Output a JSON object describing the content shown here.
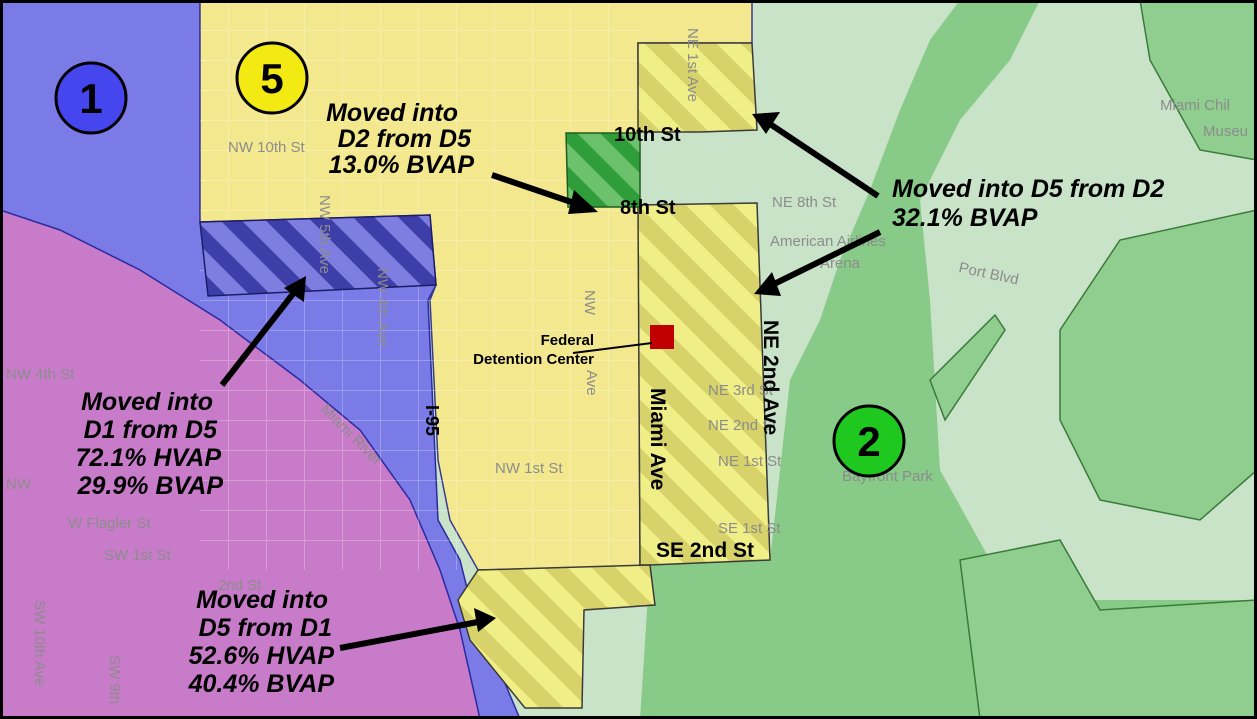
{
  "districts": [
    {
      "number": "1",
      "color": "#4b4bea"
    },
    {
      "number": "5",
      "color": "#f2e51c"
    },
    {
      "number": "2",
      "color": "#1fbf1f"
    }
  ],
  "streets": {
    "tenth": "10th St",
    "eighth": "8th St",
    "ne_second_ave": "NE 2nd Ave",
    "miami_ave": "Miami Ave",
    "se_second_st": "SE 2nd St",
    "i95": "I-95"
  },
  "basemap_labels": {
    "nw10": "NW 10th St",
    "nw5": "NW 5th Ave",
    "nw4ave": "NW 4th Ave",
    "nw4st": "NW 4th St",
    "nw_misc": "NW",
    "nw1": "NW 1st St",
    "w_flagler": "W Flagler St",
    "sw1": "SW 1st St",
    "sw2": "2nd St",
    "sw10ave": "SW 10th Ave",
    "sw9ave": "SW 9th",
    "miami_river": "Miami River",
    "ne1ave": "NE 1st Ave",
    "nw_ave": "NW",
    "ave_frag": "Ave",
    "ne8": "NE 8th St",
    "aa_line1": "American Airlines",
    "aa_line2": "Arena",
    "port": "Port Blvd",
    "ne3": "NE 3rd St",
    "ne2st": "NE 2nd St",
    "ne1st": "NE 1st St",
    "se1": "SE 1st St",
    "bayfront": "Bayfront Park",
    "child_line1": "Miami Chil",
    "child_line2": "Museu"
  },
  "poi": {
    "label_line1": "Federal",
    "label_line2": "Detention Center",
    "color": "#c00000"
  },
  "annotations": [
    {
      "lines": [
        "Moved into",
        "D2 from D5",
        "13.0% BVAP"
      ]
    },
    {
      "lines": [
        "Moved into D5 from D2",
        "32.1% BVAP"
      ]
    },
    {
      "lines": [
        "Moved into",
        "D1 from D5",
        "72.1% HVAP",
        "29.9% BVAP"
      ]
    },
    {
      "lines": [
        "Moved into",
        "D5 from D1",
        "52.6% HVAP",
        "40.4% BVAP"
      ]
    }
  ]
}
